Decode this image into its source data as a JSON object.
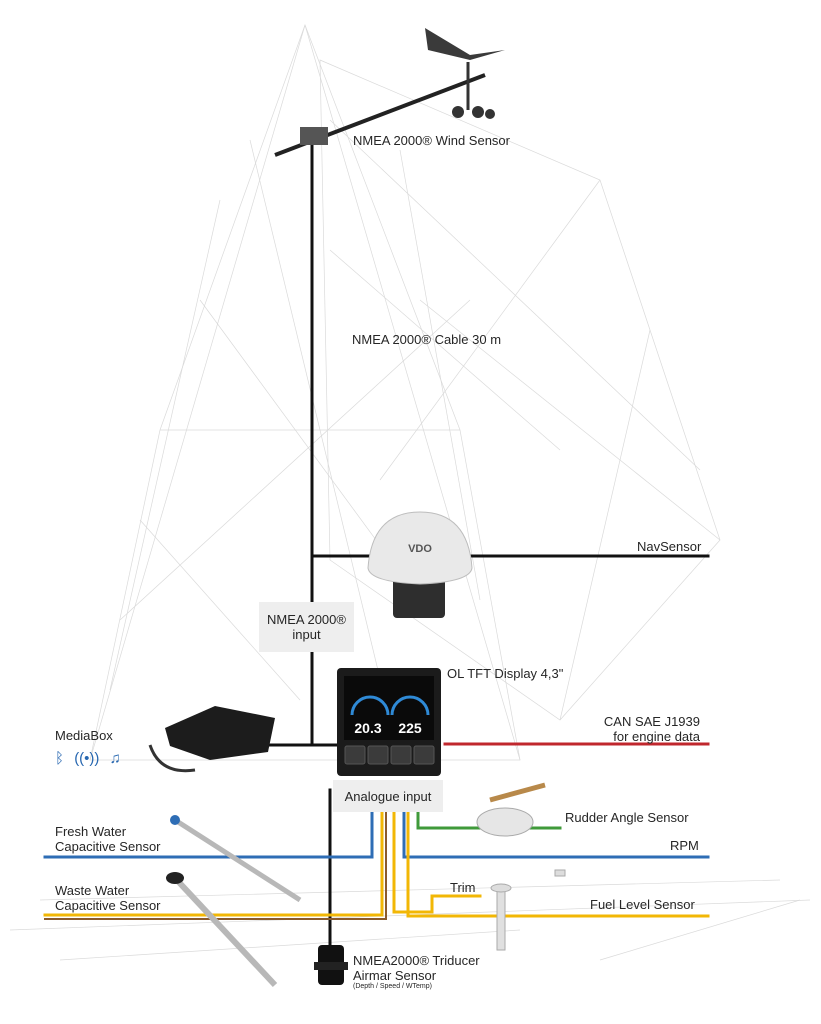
{
  "labels": {
    "wind_sensor": "NMEA 2000® Wind Sensor",
    "cable": "NMEA 2000®  Cable 30 m",
    "navsensor": "NavSensor",
    "nmea_input_line1": "NMEA 2000®",
    "nmea_input_line2": "input",
    "display": "OL TFT Display 4,3\"",
    "mediabox": "MediaBox",
    "can_line1": "CAN SAE J1939",
    "can_line2": "for engine data",
    "analogue_input": "Analogue input",
    "rudder": "Rudder Angle Sensor",
    "fresh_line1": "Fresh Water",
    "fresh_line2": "Capacitive Sensor",
    "rpm": "RPM",
    "waste_line1": "Waste Water",
    "waste_line2": "Capacitive Sensor",
    "trim": "Trim",
    "fuel": "Fuel Level Sensor",
    "tri_line1": "NMEA2000® Triducer",
    "tri_line2": "Airmar Sensor",
    "tri_line3": "(Depth / Speed / WTemp)"
  },
  "display_screen": {
    "value_left": "20.3",
    "value_right": "225"
  },
  "navsensor_brand": "VDO",
  "wire_colors": {
    "nmea": "#111111",
    "can": "#c0272d",
    "blue": "#2e6db5",
    "green": "#3f9a3a",
    "yellow": "#f2b705",
    "brown": "#8a5a2b"
  },
  "icons": [
    "bluetooth-icon",
    "radio-antenna-icon",
    "music-note-icon"
  ]
}
